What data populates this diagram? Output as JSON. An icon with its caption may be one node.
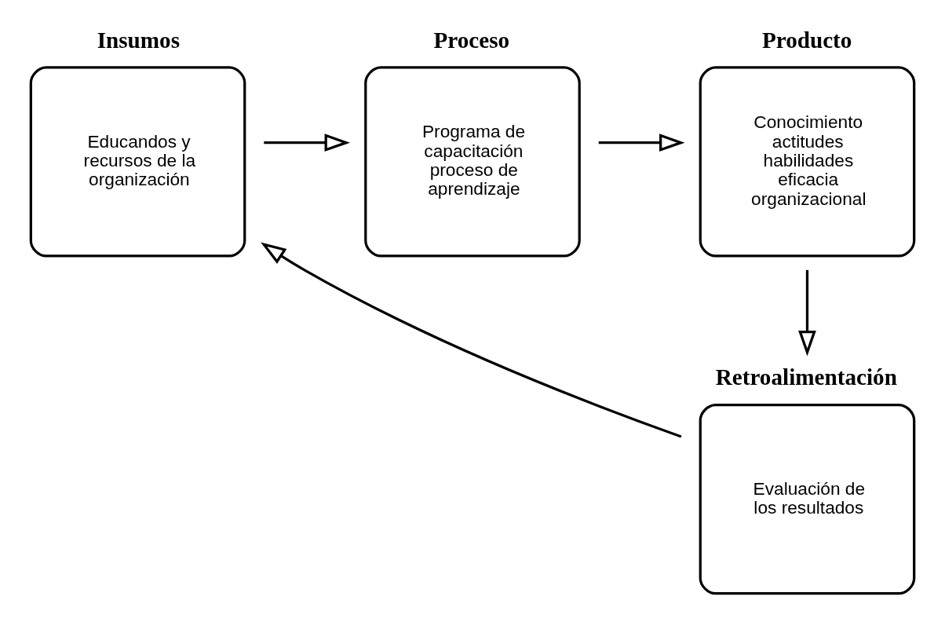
{
  "diagram": {
    "nodes": [
      {
        "text": [
          "Insumos",
          "Educandos y recursos de la organización"
        ]
      },
      {
        "text": [
          "Proceso",
          "Programa de capacitación proceso de aprendizaje"
        ]
      },
      {
        "text": [
          "Producto",
          "Conocimiento actitudes habilidades eficacia organizacional"
        ]
      },
      {
        "text": [
          "Retroalimentación",
          "Evaluación de los resultados"
        ]
      }
    ],
    "edges": [
      {
        "from": 0,
        "to": 1,
        "arrow": "to"
      },
      {
        "from": 1,
        "to": 2,
        "arrow": "to"
      },
      {
        "from": 2,
        "to": 3,
        "arrow": "to"
      },
      {
        "from": 3,
        "to": 0,
        "arrow": "to"
      }
    ]
  }
}
